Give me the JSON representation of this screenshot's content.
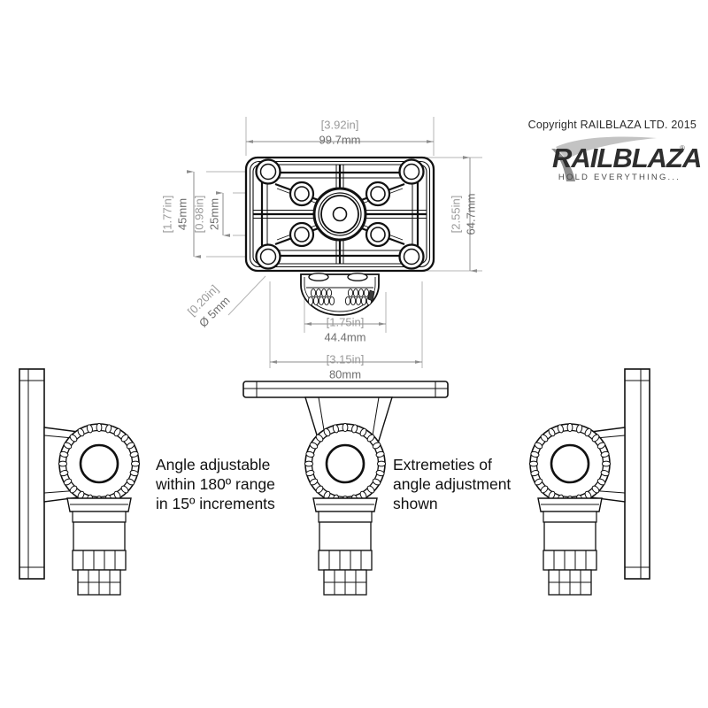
{
  "meta": {
    "title": "RAILBLAZA Mount Technical Drawing",
    "background_color": "#ffffff",
    "line_color": "#111111",
    "dim_color": "#6e6e6e",
    "dim_bracket_color": "#9a9a9a"
  },
  "branding": {
    "copyright": "Copyright RAILBLAZA LTD. 2015",
    "logo_word": "RAILBLAZA",
    "logo_tagline": "HOLD EVERYTHING...",
    "logo_trademark": "®"
  },
  "dimensions": {
    "plate_width": {
      "imperial": "[3.92in]",
      "metric": "99.7mm",
      "name": "plate-width"
    },
    "plate_height": {
      "imperial": "[2.55in]",
      "metric": "64.7mm",
      "name": "plate-height"
    },
    "hole_span_vertical": {
      "imperial": "[1.77in]",
      "metric": "45mm",
      "name": "outer-hole-vertical-span"
    },
    "hole_span_inner": {
      "imperial": "[0.98in]",
      "metric": "25mm",
      "name": "inner-hole-vertical-span"
    },
    "hole_diameter": {
      "imperial": "[0.20in]",
      "metric": "Ø 5mm",
      "name": "hole-diameter"
    },
    "boss_width": {
      "imperial": "[1.75in]",
      "metric": "44.4mm",
      "name": "boss-width"
    },
    "overall_depth": {
      "imperial": "[3.15in]",
      "metric": "80mm",
      "name": "overall-depth"
    }
  },
  "annotations": {
    "left_note": {
      "line1": "Angle adjustable",
      "line2": "within 180º range",
      "line3": "in 15º increments"
    },
    "right_note": {
      "line1": "Extremeties of",
      "line2": "angle adjustment",
      "line3": "shown"
    }
  },
  "views": {
    "top_view_label": "mounting-plate-face-view",
    "left_view_label": "mount-angle-extreme-left",
    "center_view_label": "mount-angle-center",
    "right_view_label": "mount-angle-extreme-right"
  }
}
